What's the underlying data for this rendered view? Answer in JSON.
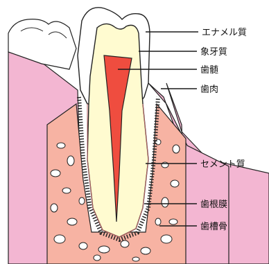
{
  "labels": {
    "enamel": "エナメル質",
    "dentin": "象牙質",
    "pulp": "歯髄",
    "gingiva": "歯肉",
    "cementum": "セメント質",
    "periodontal_ligament": "歯根膜",
    "alveolar_bone": "歯槽骨"
  },
  "colors": {
    "enamel": "#ffffff",
    "dentin": "#fffbd0",
    "pulp": "#ef4d3f",
    "gingiva": "#f3b6d2",
    "gingiva_dark": "#e5a0c4",
    "bone": "#f7b3a3",
    "bone_spots": "#ffffff",
    "outline": "#222222",
    "background": "#ffffff"
  }
}
